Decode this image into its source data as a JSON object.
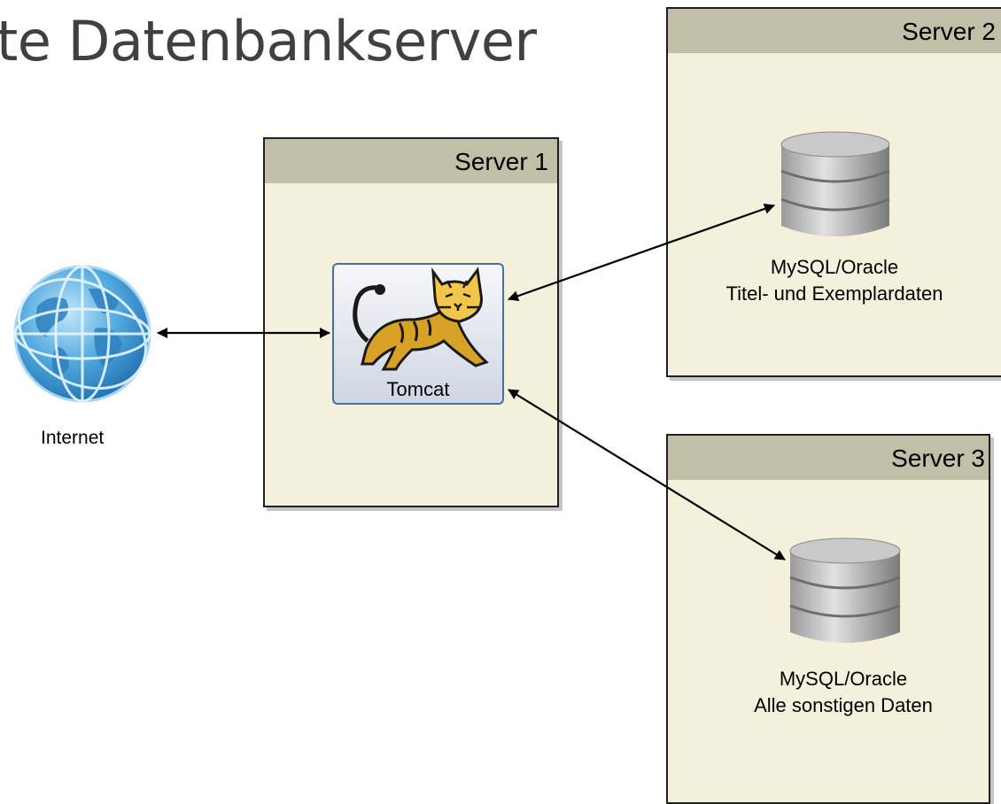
{
  "title": "te Datenbankserver",
  "servers": {
    "s1": {
      "label": "Server 1"
    },
    "s2": {
      "label": "Server 2",
      "db_line1": "MySQL/Oracle",
      "db_line2": "Titel- und Exemplardaten"
    },
    "s3": {
      "label": "Server 3",
      "db_line1": "MySQL/Oracle",
      "db_line2": "Alle sonstigen Daten"
    }
  },
  "tomcat": {
    "label": "Tomcat"
  },
  "internet": {
    "label": "Internet"
  },
  "icons": {
    "globe": "globe-icon",
    "tomcat": "tomcat-icon",
    "database": "database-icon"
  },
  "colors": {
    "server_fill": "#f3f0dc",
    "server_header": "#c1bfa7",
    "tomcat_border": "#4a6ea8"
  }
}
